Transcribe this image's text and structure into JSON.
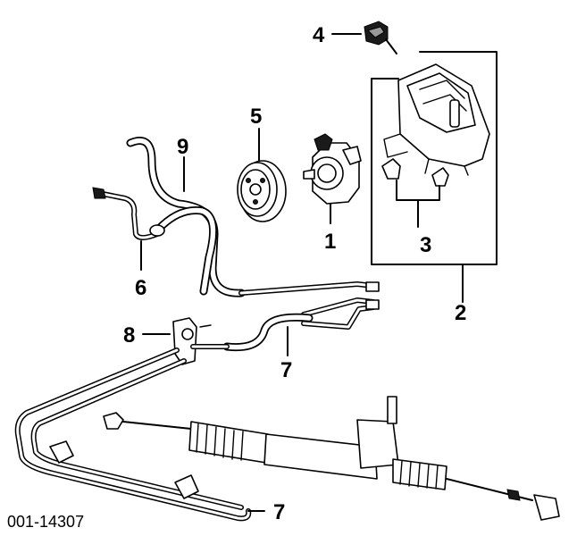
{
  "callouts": {
    "c1": "1",
    "c2": "2",
    "c3": "3",
    "c4": "4",
    "c5": "5",
    "c6": "6",
    "c7a": "7",
    "c7b": "7",
    "c8": "8",
    "c9": "9"
  },
  "figure_code": "001-14307"
}
